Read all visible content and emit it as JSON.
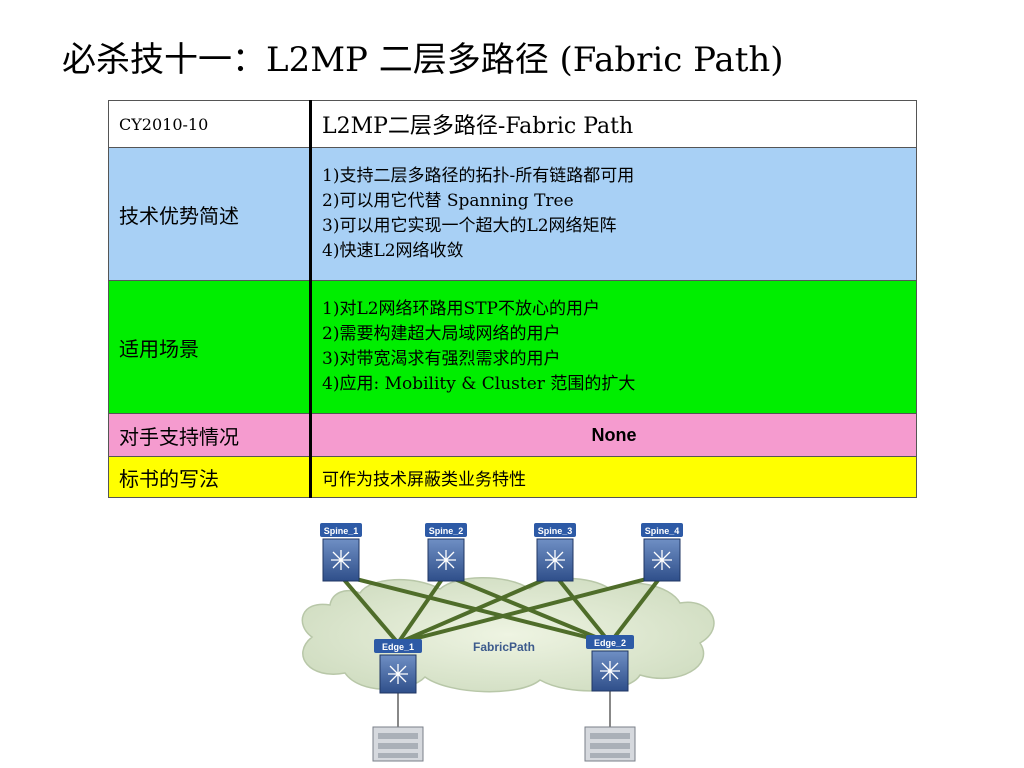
{
  "title": "必杀技十一：L2MP 二层多路径 (Fabric Path)",
  "table": {
    "head": {
      "code": "CY2010-10",
      "name": "L2MP二层多路径-Fabric Path"
    },
    "advantages": {
      "label": "技术优势简述",
      "items": [
        "1)支持二层多路径的拓扑-所有链路都可用",
        "2)可以用它代替 Spanning Tree",
        "3)可以用它实现一个超大的L2网络矩阵",
        "4)快速L2网络收敛"
      ],
      "color": "#a8d0f5"
    },
    "scenarios": {
      "label": "适用场景",
      "items": [
        "1)对L2网络环路用STP不放心的用户",
        "2)需要构建超大局域网络的用户",
        "3)对带宽渴求有强烈需求的用户",
        "4)应用: Mobility & Cluster 范围的扩大"
      ],
      "color": "#00ee00"
    },
    "competitors": {
      "label": "对手支持情况",
      "value": "None",
      "color": "#f59bcf"
    },
    "bid": {
      "label": "标书的写法",
      "value": "可作为技术屏蔽类业务特性",
      "color": "#ffff00"
    }
  },
  "diagram": {
    "spines": [
      "Spine_1",
      "Spine_2",
      "Spine_3",
      "Spine_4"
    ],
    "edges": [
      "Edge_1",
      "Edge_2"
    ],
    "fabric_label": "FabricPath",
    "switch_icon": "network-switch-icon",
    "server_icon": "server-icon"
  }
}
